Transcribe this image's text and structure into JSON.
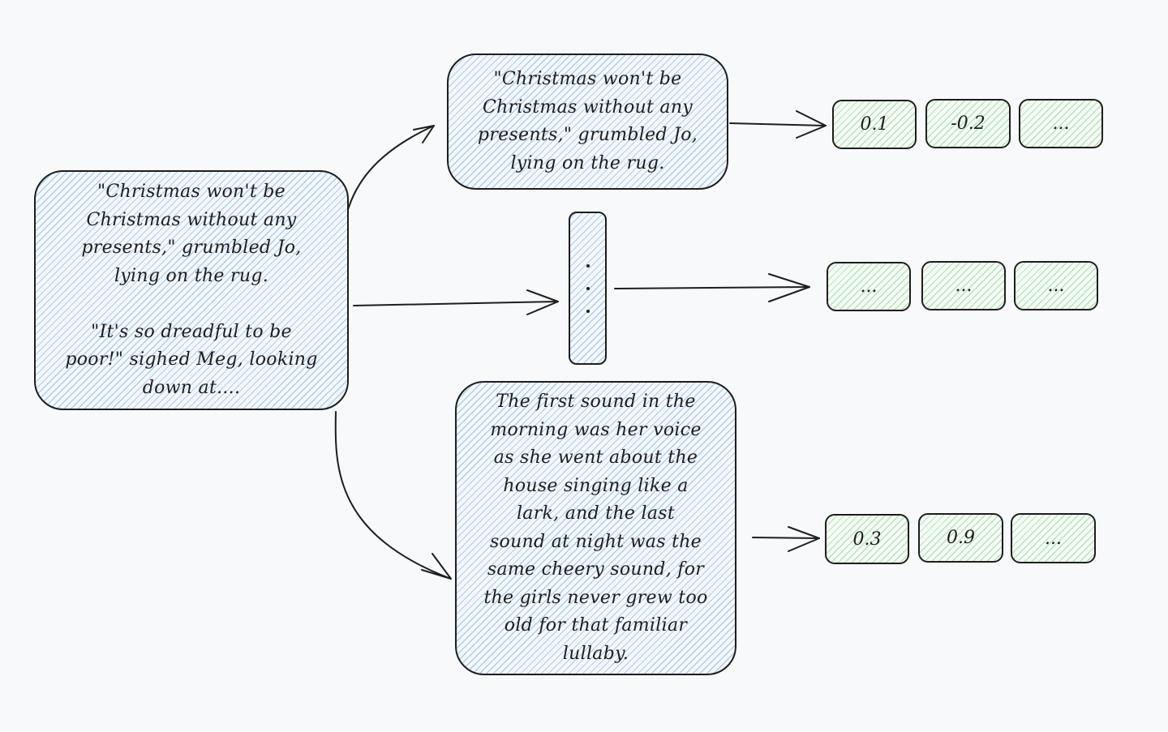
{
  "source_text": "\"Christmas won't be\nChristmas without any\npresents,\" grumbled Jo,\nlying on the rug.\n\n\"It's so dreadful to be\npoor!\" sighed Meg, looking\ndown at....",
  "chunks": [
    {
      "text": "\"Christmas won't be\nChristmas without any\npresents,\" grumbled Jo,\nlying on the rug.",
      "vector": [
        "0.1",
        "-0.2",
        "..."
      ]
    },
    {
      "text": "",
      "vector": [
        "...",
        "...",
        "..."
      ]
    },
    {
      "text": "The first sound in the\nmorning was her voice\nas she went about the\nhouse singing like a\nlark, and the last\nsound at night was the\nsame cheery sound, for\nthe girls never grew too\nold for that familiar\nlullaby.",
      "vector": [
        "0.3",
        "0.9",
        "..."
      ]
    }
  ],
  "colors": {
    "stroke": "#1e1e1e",
    "text_fill": "#a5c8ec",
    "vector_fill": "#b2e2b4",
    "background": "#f8f9fb"
  }
}
